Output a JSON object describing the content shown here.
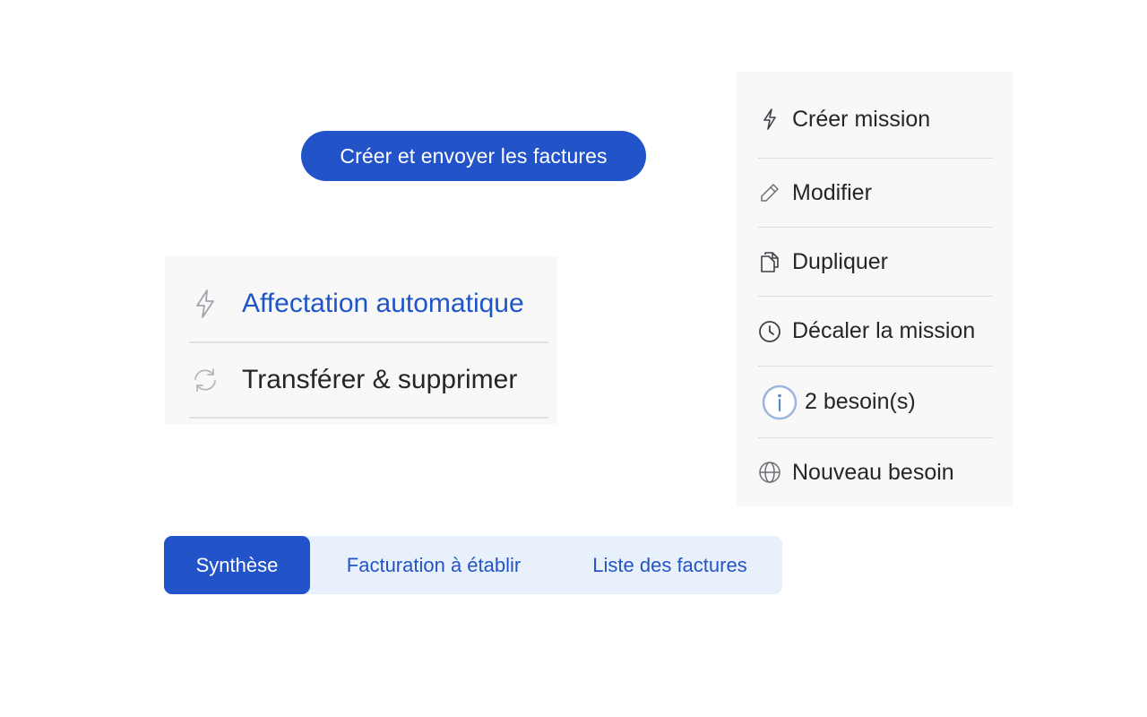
{
  "primary_button": {
    "label": "Créer et envoyer les factures"
  },
  "actions_menu": {
    "items": [
      {
        "label": "Affectation automatique",
        "icon": "bolt-icon",
        "accent": true
      },
      {
        "label": "Transférer & supprimer",
        "icon": "refresh-icon",
        "accent": false
      }
    ]
  },
  "context_menu": {
    "items": [
      {
        "label": "Créer mission",
        "icon": "bolt-icon"
      },
      {
        "label": "Modifier",
        "icon": "pencil-icon"
      },
      {
        "label": "Dupliquer",
        "icon": "copy-icon"
      },
      {
        "label": "Décaler la mission",
        "icon": "clock-icon"
      },
      {
        "label": "2 besoin(s)",
        "icon": "info-icon"
      },
      {
        "label": "Nouveau besoin",
        "icon": "globe-icon"
      }
    ]
  },
  "tabs": {
    "items": [
      {
        "label": "Synthèse",
        "active": true
      },
      {
        "label": "Facturation à établir",
        "active": false
      },
      {
        "label": "Liste des factures",
        "active": false
      }
    ]
  },
  "colors": {
    "primary": "#2253c9",
    "accent_text": "#1f55c6",
    "menu_background": "#f8f8f8",
    "tabs_background": "#e8f0fb"
  }
}
